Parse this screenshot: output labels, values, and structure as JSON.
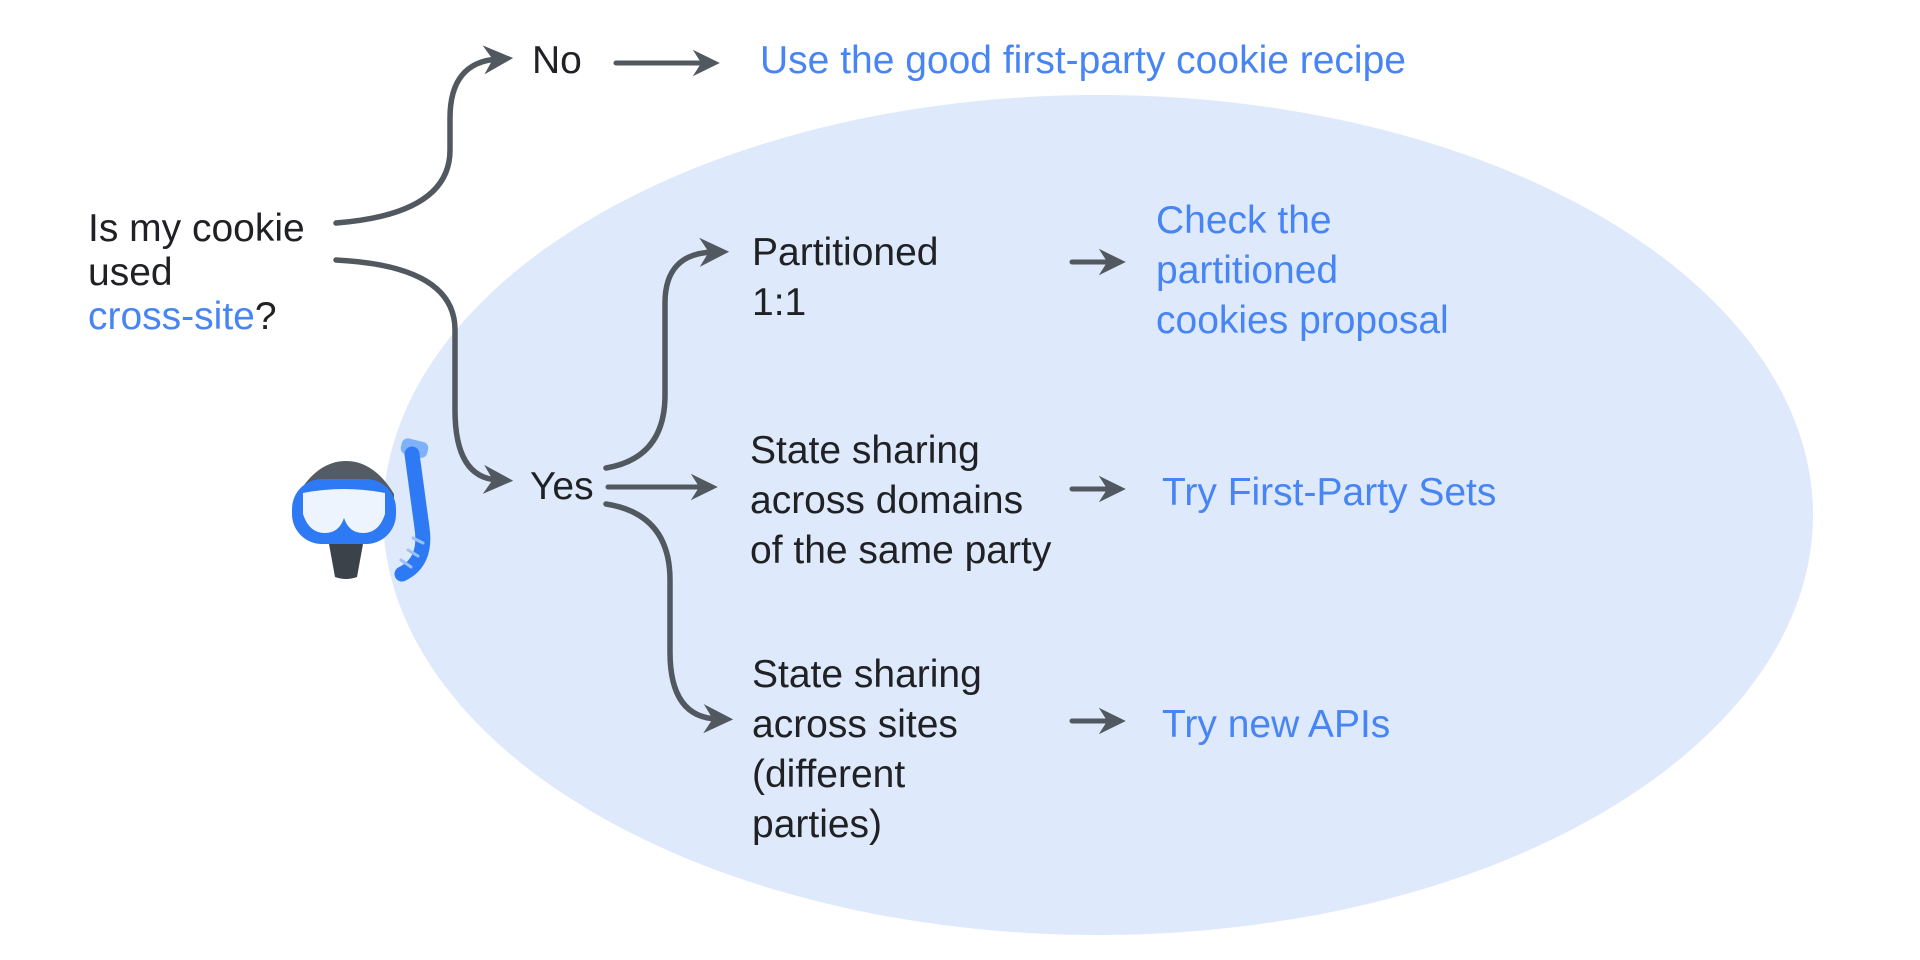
{
  "colors": {
    "background": "#ffffff",
    "text_dark": "#202124",
    "link_blue": "#4785f4",
    "arrow_gray": "#52585f",
    "ellipse_fill": "#dee9fb"
  },
  "question": {
    "line1": "Is my cookie",
    "line2": "used",
    "highlight": "cross-site",
    "suffix": "?"
  },
  "no_branch": {
    "label": "No",
    "result": "Use the good first-party cookie recipe"
  },
  "yes_branch": {
    "label": "Yes",
    "options": [
      {
        "label_lines": [
          "Partitioned",
          "1:1"
        ],
        "result_lines": [
          "Check the",
          "partitioned",
          "cookies proposal"
        ]
      },
      {
        "label_lines": [
          "State sharing",
          "across domains",
          "of the same party"
        ],
        "result_lines": [
          "Try First-Party Sets"
        ]
      },
      {
        "label_lines": [
          "State sharing",
          "across sites",
          "(different",
          "parties)"
        ],
        "result_lines": [
          "Try new APIs"
        ]
      }
    ]
  },
  "icons": {
    "diving_mask": "diving-mask-emoji"
  }
}
